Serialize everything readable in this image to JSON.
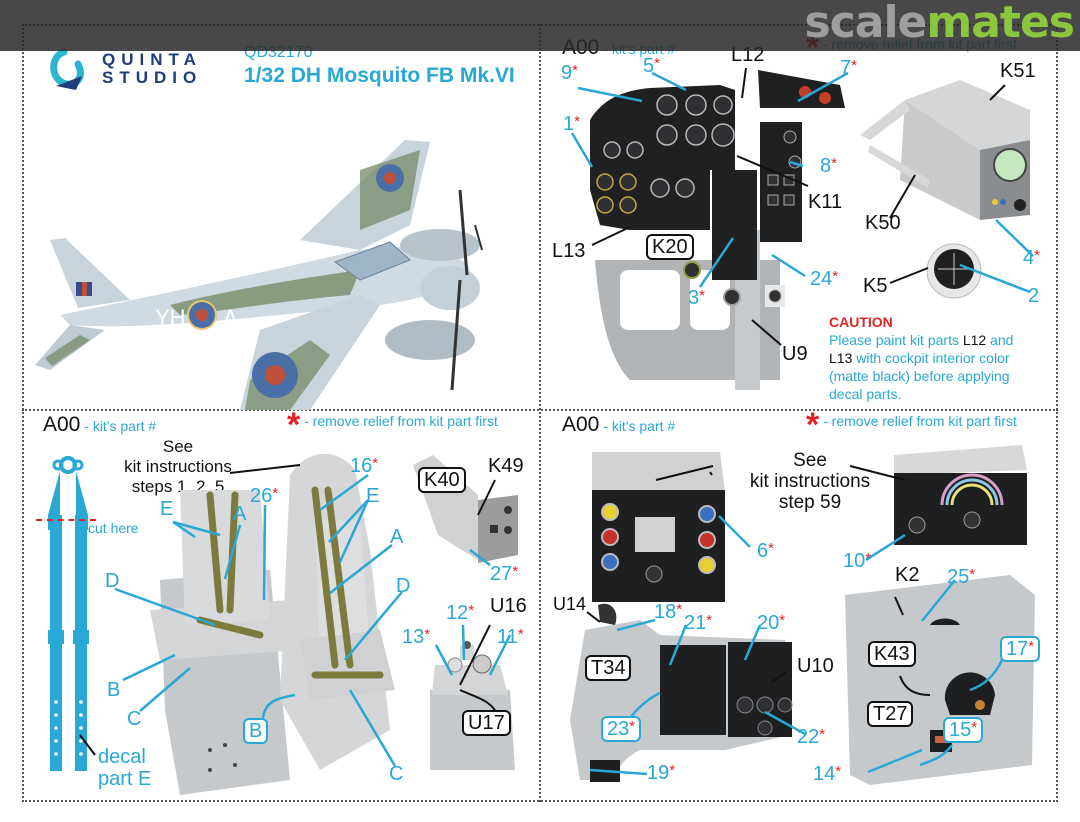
{
  "watermark": {
    "part1": "scale",
    "part2": "mates"
  },
  "header": {
    "logo_line1": "QUINTA",
    "logo_line2": "STUDIO",
    "product_code": "QD32170",
    "product_title": "1/32 DH Mosquito FB Mk.VI"
  },
  "aircraft_image": {
    "codes": "YH  A",
    "icon": "mosquito-aircraft-illustration"
  },
  "legend": {
    "kit_part_code": "A00",
    "kit_part_text": "- kit's part #",
    "star": "*",
    "star_text": "- remove relief from kit part first"
  },
  "panel_top_right": {
    "kit_parts": [
      "L12",
      "K51",
      "K11",
      "K50",
      "L13",
      "K20",
      "K5",
      "U9"
    ],
    "decals": [
      {
        "num": "9",
        "star": true
      },
      {
        "num": "5",
        "star": true
      },
      {
        "num": "7",
        "star": true
      },
      {
        "num": "1",
        "star": true
      },
      {
        "num": "8",
        "star": true
      },
      {
        "num": "3",
        "star": true
      },
      {
        "num": "24",
        "star": true
      },
      {
        "num": "4",
        "star": true
      },
      {
        "num": "2",
        "star": false
      }
    ],
    "caution": {
      "title": "CAUTION",
      "t1": "Please paint kit parts ",
      "p1": "L12",
      "t2": " and",
      "p2": "L13",
      "t3": " with cockpit interior color",
      "t4": "(matte black) before applying",
      "t5": "decal parts."
    }
  },
  "panel_bottom_left": {
    "see_text": "See",
    "see_text2": "kit instructions",
    "see_text3": "steps 1, 2, 5",
    "cut_here": "cut here",
    "decal_part_1": "decal",
    "decal_part_2": "part E",
    "kit_parts": [
      "K40",
      "K49",
      "U16",
      "U17"
    ],
    "belt_letters": [
      "E",
      "A",
      "D",
      "B",
      "C",
      "B",
      "E",
      "A",
      "D",
      "C"
    ],
    "decals": [
      {
        "num": "16",
        "star": true
      },
      {
        "num": "26",
        "star": true
      },
      {
        "num": "27",
        "star": true
      },
      {
        "num": "12",
        "star": true
      },
      {
        "num": "13",
        "star": true
      },
      {
        "num": "11",
        "star": true
      }
    ]
  },
  "panel_bottom_right": {
    "see_text": "See",
    "see_text2": "kit instructions",
    "see_text3": "step 59",
    "kit_parts": [
      "K2",
      "U14",
      "T34",
      "U10",
      "K43",
      "T27"
    ],
    "decals": [
      {
        "num": "6",
        "star": true
      },
      {
        "num": "10",
        "star": true
      },
      {
        "num": "25",
        "star": true
      },
      {
        "num": "18",
        "star": true
      },
      {
        "num": "21",
        "star": true
      },
      {
        "num": "20",
        "star": true
      },
      {
        "num": "17",
        "star": true
      },
      {
        "num": "23",
        "star": true
      },
      {
        "num": "22",
        "star": true
      },
      {
        "num": "15",
        "star": true
      },
      {
        "num": "19",
        "star": true
      },
      {
        "num": "14",
        "star": true
      }
    ]
  }
}
